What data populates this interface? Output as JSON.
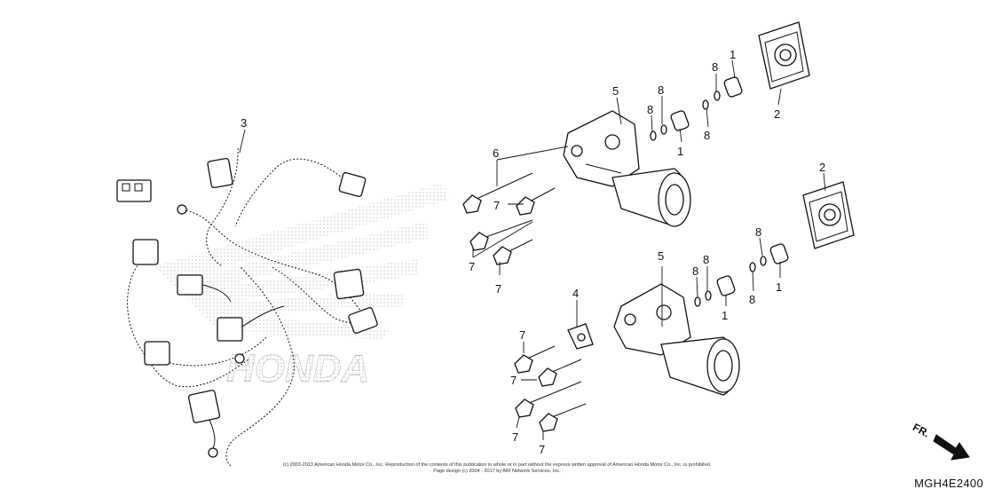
{
  "callouts": {
    "c1a": "1",
    "c1b": "1",
    "c1c": "1",
    "c1d": "1",
    "c2a": "2",
    "c2b": "2",
    "c3": "3",
    "c4": "4",
    "c5a": "5",
    "c5b": "5",
    "c6": "6",
    "c7a": "7",
    "c7b": "7",
    "c7c": "7",
    "c7d": "7",
    "c7e": "7",
    "c7f": "7",
    "c7g": "7",
    "c8a": "8",
    "c8b": "8",
    "c8c": "8",
    "c8d": "8",
    "c8e": "8",
    "c8f": "8",
    "c8g": "8",
    "c8h": "8"
  },
  "arrow": {
    "label": "FR."
  },
  "copyright": {
    "line1": "(c) 2003-2013 American Honda Motor Co., Inc. Reproduction of the contents of this publication in whole or in part without the express written approval of American Honda Motor Co., Inc. is prohibited.",
    "line2": "Page design (c) 2004 - 2017 by ARI Network Services, Inc."
  },
  "diagram_code": "MGH4E2400",
  "watermark": "HONDA"
}
